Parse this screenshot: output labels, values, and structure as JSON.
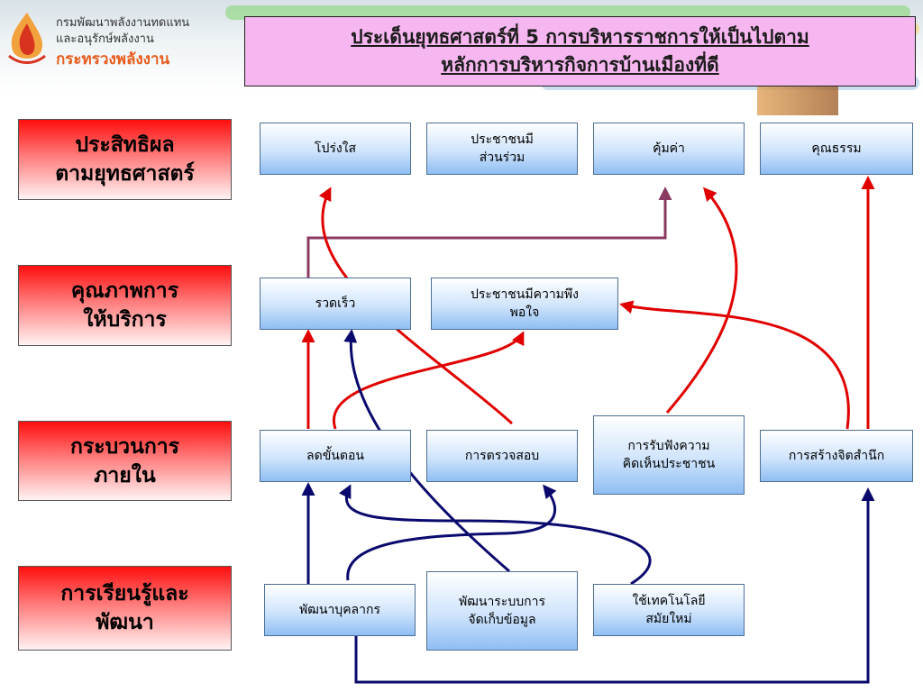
{
  "organization": {
    "line1": "กรมพัฒนาพลังงานทดแทน",
    "line2": "และอนุรักษ์พลังงาน",
    "ministry": "กระทรวงพลังงาน"
  },
  "title": {
    "line1": "ประเด็นยุทธศาสตร์ที่ 5 การบริหารราชการให้เป็นไปตาม",
    "line2": "หลักการบริหารกิจการบ้านเมืองที่ดี"
  },
  "rows": [
    {
      "line1": "ประสิทธิผล",
      "line2": "ตามยุทธศาสตร์"
    },
    {
      "line1": "คุณภาพการ",
      "line2": "ให้บริการ"
    },
    {
      "line1": "กระบวนการ",
      "line2": "ภายใน"
    },
    {
      "line1": "การเรียนรู้และ",
      "line2": "พัฒนา"
    }
  ],
  "nodes": {
    "transparency": {
      "line1": "โปร่งใส",
      "line2": ""
    },
    "participation": {
      "line1": "ประชาชนมี",
      "line2": "ส่วนร่วม"
    },
    "value": {
      "line1": "คุ้มค่า",
      "line2": ""
    },
    "ethics": {
      "line1": "คุณธรรม",
      "line2": ""
    },
    "speed": {
      "line1": "รวดเร็ว",
      "line2": ""
    },
    "satisfaction": {
      "line1": "ประชาชนมีความพึง",
      "line2": "พอใจ"
    },
    "reduce_steps": {
      "line1": "ลดขั้นตอน",
      "line2": ""
    },
    "inspection": {
      "line1": "การตรวจสอบ",
      "line2": ""
    },
    "hearing": {
      "line1": "การรับฟังความ",
      "line2": "คิดเห็นประชาชน"
    },
    "awareness": {
      "line1": "การสร้างจิตสำนึก",
      "line2": ""
    },
    "personnel": {
      "line1": "พัฒนาบุคลากร",
      "line2": ""
    },
    "data_system": {
      "line1": "พัฒนาระบบการ",
      "line2": "จัดเก็บข้อมูล"
    },
    "technology": {
      "line1": "ใช้เทคโนโลยี",
      "line2": "สมัยใหม่"
    }
  },
  "links": [
    {
      "from": "speed",
      "to": "value",
      "color": "#8b3a62"
    },
    {
      "from": "inspection",
      "to": "transparency",
      "color": "#e00000"
    },
    {
      "from": "hearing",
      "to": "value",
      "color": "#e00000"
    },
    {
      "from": "awareness",
      "to": "ethics",
      "color": "#e00000"
    },
    {
      "from": "awareness",
      "to": "satisfaction",
      "color": "#e00000"
    },
    {
      "from": "reduce_steps",
      "to": "speed",
      "color": "#e00000"
    },
    {
      "from": "reduce_steps",
      "to": "satisfaction",
      "color": "#e00000"
    },
    {
      "from": "data_system",
      "to": "speed",
      "color": "#0a0a6e"
    },
    {
      "from": "technology",
      "to": "reduce_steps",
      "color": "#0a0a6e"
    },
    {
      "from": "personnel",
      "to": "reduce_steps",
      "color": "#0a0a6e"
    },
    {
      "from": "personnel",
      "to": "inspection",
      "color": "#0a0a6e"
    },
    {
      "from": "personnel",
      "to": "awareness",
      "color": "#0a0a6e"
    }
  ]
}
